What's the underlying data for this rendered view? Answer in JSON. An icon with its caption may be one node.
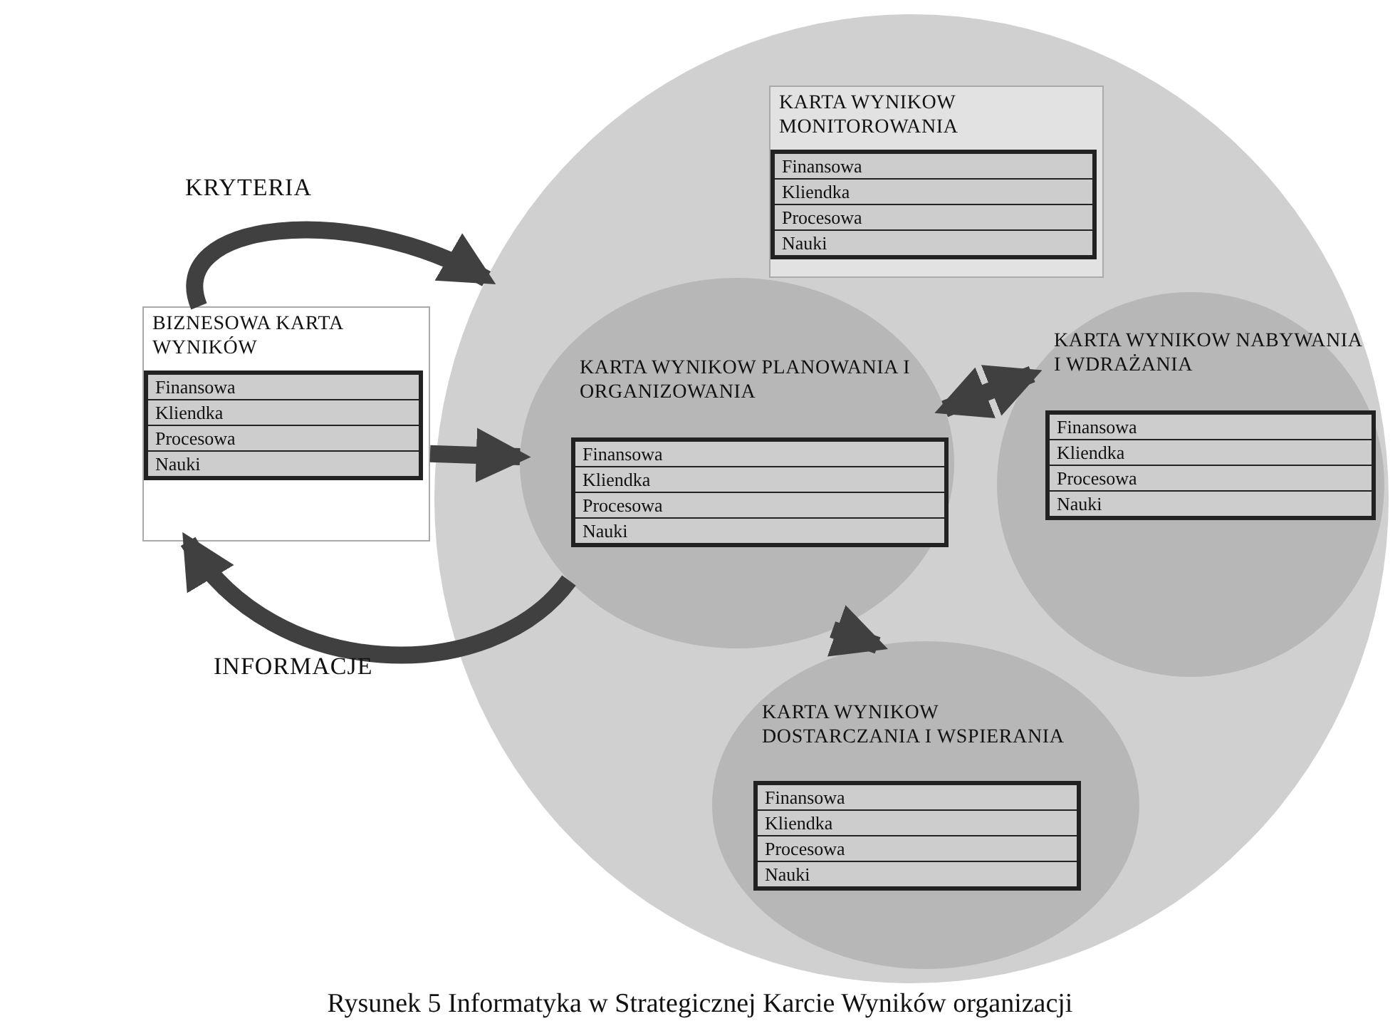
{
  "diagram": {
    "caption": "Rysunek 5 Informatyka w Strategicznej Karcie Wyników organizacji",
    "nodes": [
      {
        "text": [],
        "shape": "circle"
      },
      {
        "text": [
          "BIZNESOWA KARTA WYNIKÓW",
          "Finansowa",
          "Kliendka",
          "Procesowa",
          "Nauki"
        ]
      },
      {
        "text": [
          "KARTA WYNIKOW MONITOROWANIA",
          "Finansowa",
          "Kliendka",
          "Procesowa",
          "Nauki"
        ],
        "in": 0
      },
      {
        "text": [
          "KARTA WYNIKOW PLANOWANIA I ORGANIZOWANIA",
          "Finansowa",
          "Kliendka",
          "Procesowa",
          "Nauki"
        ],
        "in": 0
      },
      {
        "text": [
          "KARTA WYNIKOW NABYWANIA I WDRAŻANIA",
          "Finansowa",
          "Kliendka",
          "Procesowa",
          "Nauki"
        ],
        "in": 0
      },
      {
        "text": [
          "KARTA WYNIKOW DOSTARCZANIA I WSPIERANIA",
          "Finansowa",
          "Kliendka",
          "Procesowa",
          "Nauki"
        ],
        "in": 0
      }
    ],
    "edges": [
      {
        "from": 1,
        "to": 0,
        "arrow": "to",
        "label": "KRYTERIA"
      },
      {
        "from": 1,
        "to": 3,
        "arrow": "to"
      },
      {
        "from": 3,
        "to": 1,
        "arrow": "to",
        "label": "INFORMACJE"
      },
      {
        "from": 3,
        "to": 4,
        "arrow": "both"
      },
      {
        "from": 3,
        "to": 5,
        "arrow": "to"
      }
    ]
  }
}
